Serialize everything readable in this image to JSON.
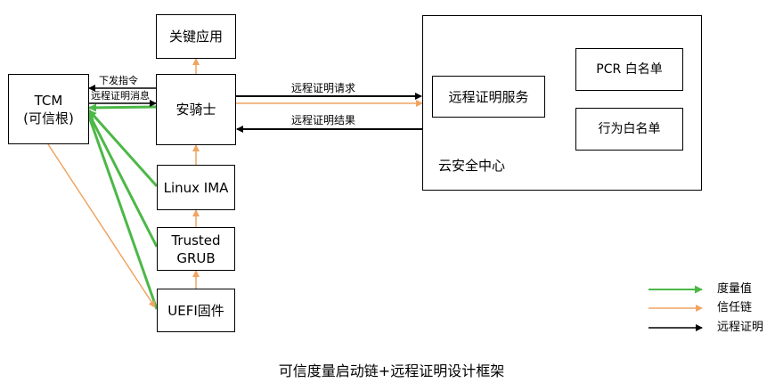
{
  "nodes": {
    "tcm": "TCM\n(可信根)",
    "key_app": "关键应用",
    "anqishi": "安骑士",
    "linux_ima": "Linux IMA",
    "trusted_grub": "Trusted\nGRUB",
    "uefi": "UEFI固件",
    "attest_service": "远程证明服务",
    "pcr_whitelist": "PCR 白名单",
    "behavior_whitelist": "行为白名单",
    "cloud_center": "云安全中心"
  },
  "edge_labels": {
    "issue_cmd": "下发指令",
    "attest_msg": "远程证明消息",
    "attest_request": "远程证明请求",
    "attest_result": "远程证明结果"
  },
  "legend": {
    "items": [
      {
        "label": "度量值",
        "color": "#4cb847"
      },
      {
        "label": "信任链",
        "color": "#f0a462"
      },
      {
        "label": "远程证明",
        "color": "#000000"
      }
    ]
  },
  "caption": "可信度量启动链+远程证明设计框架",
  "colors": {
    "measure": "#4cb847",
    "trust": "#f0a462",
    "attest": "#000000"
  }
}
